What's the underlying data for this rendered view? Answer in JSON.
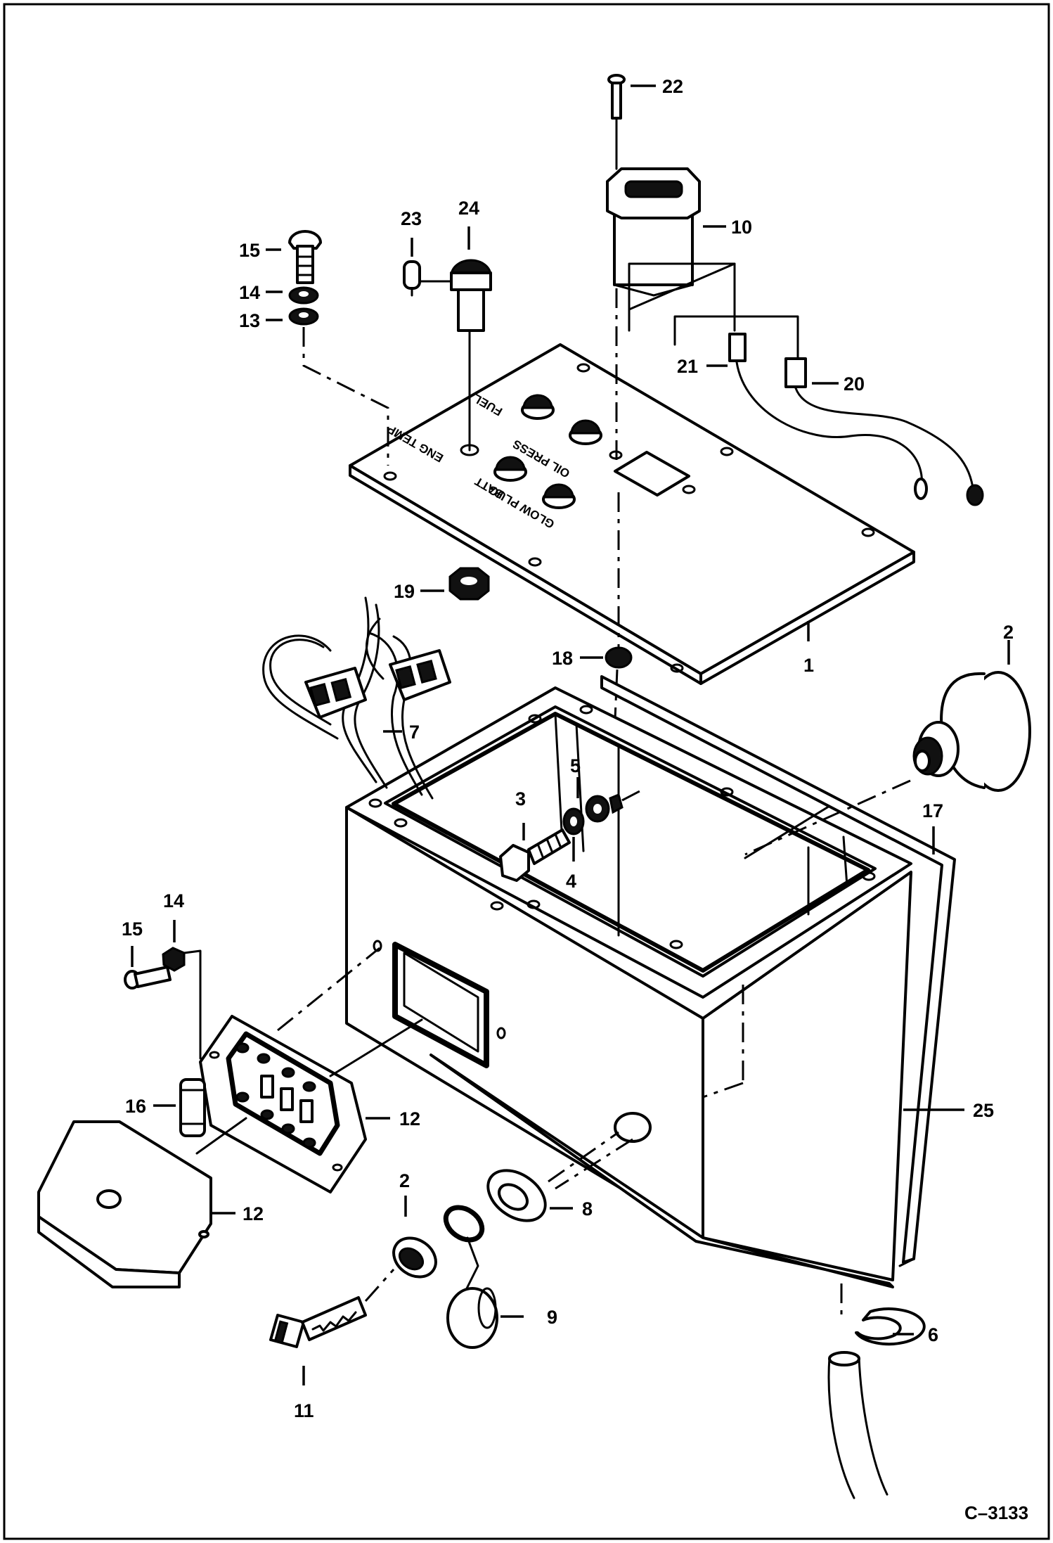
{
  "drawing_ref": "C–3133",
  "panel_labels": {
    "fuel": "FUEL",
    "eng_temp": "ENG TEMP",
    "oil_press": "OIL PRESS",
    "batt": "BATT",
    "glow_plug": "GLOW PLUG"
  },
  "callouts": [
    {
      "id": "22",
      "label": "22"
    },
    {
      "id": "10",
      "label": "10"
    },
    {
      "id": "23",
      "label": "23"
    },
    {
      "id": "24",
      "label": "24"
    },
    {
      "id": "15a",
      "label": "15"
    },
    {
      "id": "14a",
      "label": "14"
    },
    {
      "id": "13",
      "label": "13"
    },
    {
      "id": "21",
      "label": "21"
    },
    {
      "id": "20",
      "label": "20"
    },
    {
      "id": "19",
      "label": "19"
    },
    {
      "id": "18",
      "label": "18"
    },
    {
      "id": "1",
      "label": "1"
    },
    {
      "id": "2a",
      "label": "2"
    },
    {
      "id": "7",
      "label": "7"
    },
    {
      "id": "3",
      "label": "3"
    },
    {
      "id": "5",
      "label": "5"
    },
    {
      "id": "4",
      "label": "4"
    },
    {
      "id": "17",
      "label": "17"
    },
    {
      "id": "14b",
      "label": "14"
    },
    {
      "id": "15b",
      "label": "15"
    },
    {
      "id": "16",
      "label": "16"
    },
    {
      "id": "12a",
      "label": "12"
    },
    {
      "id": "12b",
      "label": "12"
    },
    {
      "id": "25",
      "label": "25"
    },
    {
      "id": "2b",
      "label": "2"
    },
    {
      "id": "8",
      "label": "8"
    },
    {
      "id": "9",
      "label": "9"
    },
    {
      "id": "6",
      "label": "6"
    },
    {
      "id": "11",
      "label": "11"
    }
  ]
}
